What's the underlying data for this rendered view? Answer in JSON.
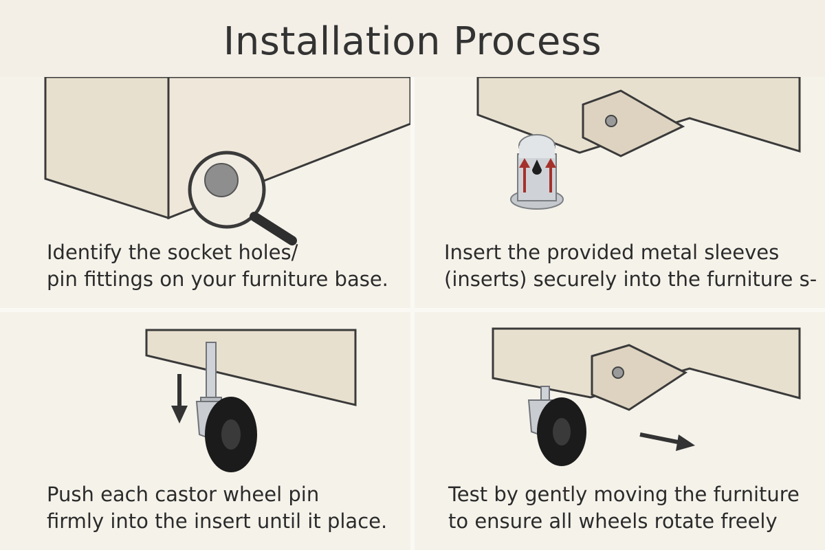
{
  "title": "Installation Process",
  "steps": [
    {
      "line1": "Identify the socket holes/",
      "line2": "pin fittings on your furniture base.",
      "icon": "magnifier-icon"
    },
    {
      "line1": "Insert the provided metal sleeves",
      "line2": "(inserts) securely into the furniture s-",
      "icon": "metal-sleeve-icon"
    },
    {
      "line1": "Push each castor wheel pin",
      "line2": "firmly into the insert until it place.",
      "icon": "castor-wheel-icon"
    },
    {
      "line1": "Test by gently moving the furniture",
      "line2": "to ensure all wheels rotate freely",
      "icon": "castor-wheel-icon"
    }
  ],
  "colors": {
    "background": "#f3efe6",
    "furniture": "#e7dfcf",
    "outline": "#3a3a3a",
    "arrow_red": "#a5312b",
    "wheel": "#1b1b1b",
    "metal": "#bfc3c7"
  }
}
